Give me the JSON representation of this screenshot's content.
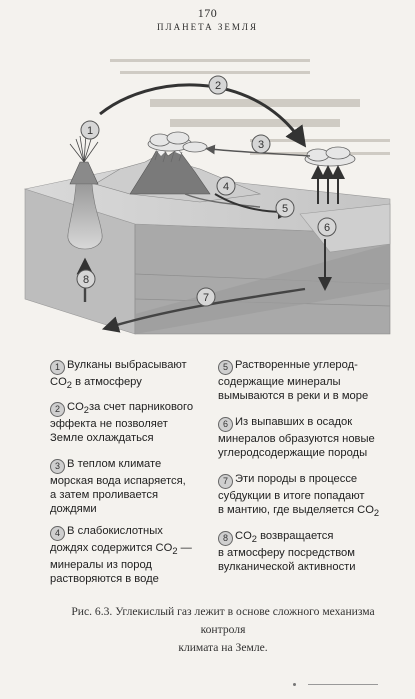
{
  "header": {
    "page_number": "170",
    "running_title": "ПЛАНЕТА ЗЕМЛЯ"
  },
  "figure": {
    "markers": [
      "1",
      "2",
      "3",
      "4",
      "5",
      "6",
      "7",
      "8"
    ]
  },
  "legend": [
    {
      "num": "1",
      "text": "Вулканы выбрасывают",
      "line2_pre": "CO",
      "line2_sub": "2",
      "line2_post": " в атмосферу"
    },
    {
      "num": "2",
      "pre": "CO",
      "sub": "2",
      "post": "за счет парникового",
      "lines": [
        "эффекта не позволяет",
        "Земле охлаждаться"
      ]
    },
    {
      "num": "3",
      "text": "В теплом климате",
      "lines": [
        "морская вода испаряется,",
        "а затем проливается",
        "дождями"
      ]
    },
    {
      "num": "4",
      "text": "В слабокислотных",
      "line2_pre": "дождях содержится CO",
      "line2_sub": "2",
      "line2_post": " —",
      "lines": [
        "минералы из пород",
        "растворяются в воде"
      ]
    },
    {
      "num": "5",
      "text": "Растворенные углерод-",
      "lines": [
        "содержащие минералы",
        "вымываются в реки и в море"
      ]
    },
    {
      "num": "6",
      "text": "Из выпавших в осадок",
      "lines": [
        "минералов образуются новые",
        "углеродсодержащие породы"
      ]
    },
    {
      "num": "7",
      "text": "Эти породы в процессе",
      "lines": [
        "субдукции в итоге попадают"
      ],
      "line3_pre": "в мантию, где выделяется CO",
      "line3_sub": "2"
    },
    {
      "num": "8",
      "pre": "CO",
      "sub": "2",
      "post": " возвращается",
      "lines": [
        "в атмосферу посредством",
        "вулканической активности"
      ]
    }
  ],
  "caption": {
    "line1": "Рис. 6.3. Углекислый газ лежит в основе сложного механизма контроля",
    "line2": "климата на Земле."
  }
}
